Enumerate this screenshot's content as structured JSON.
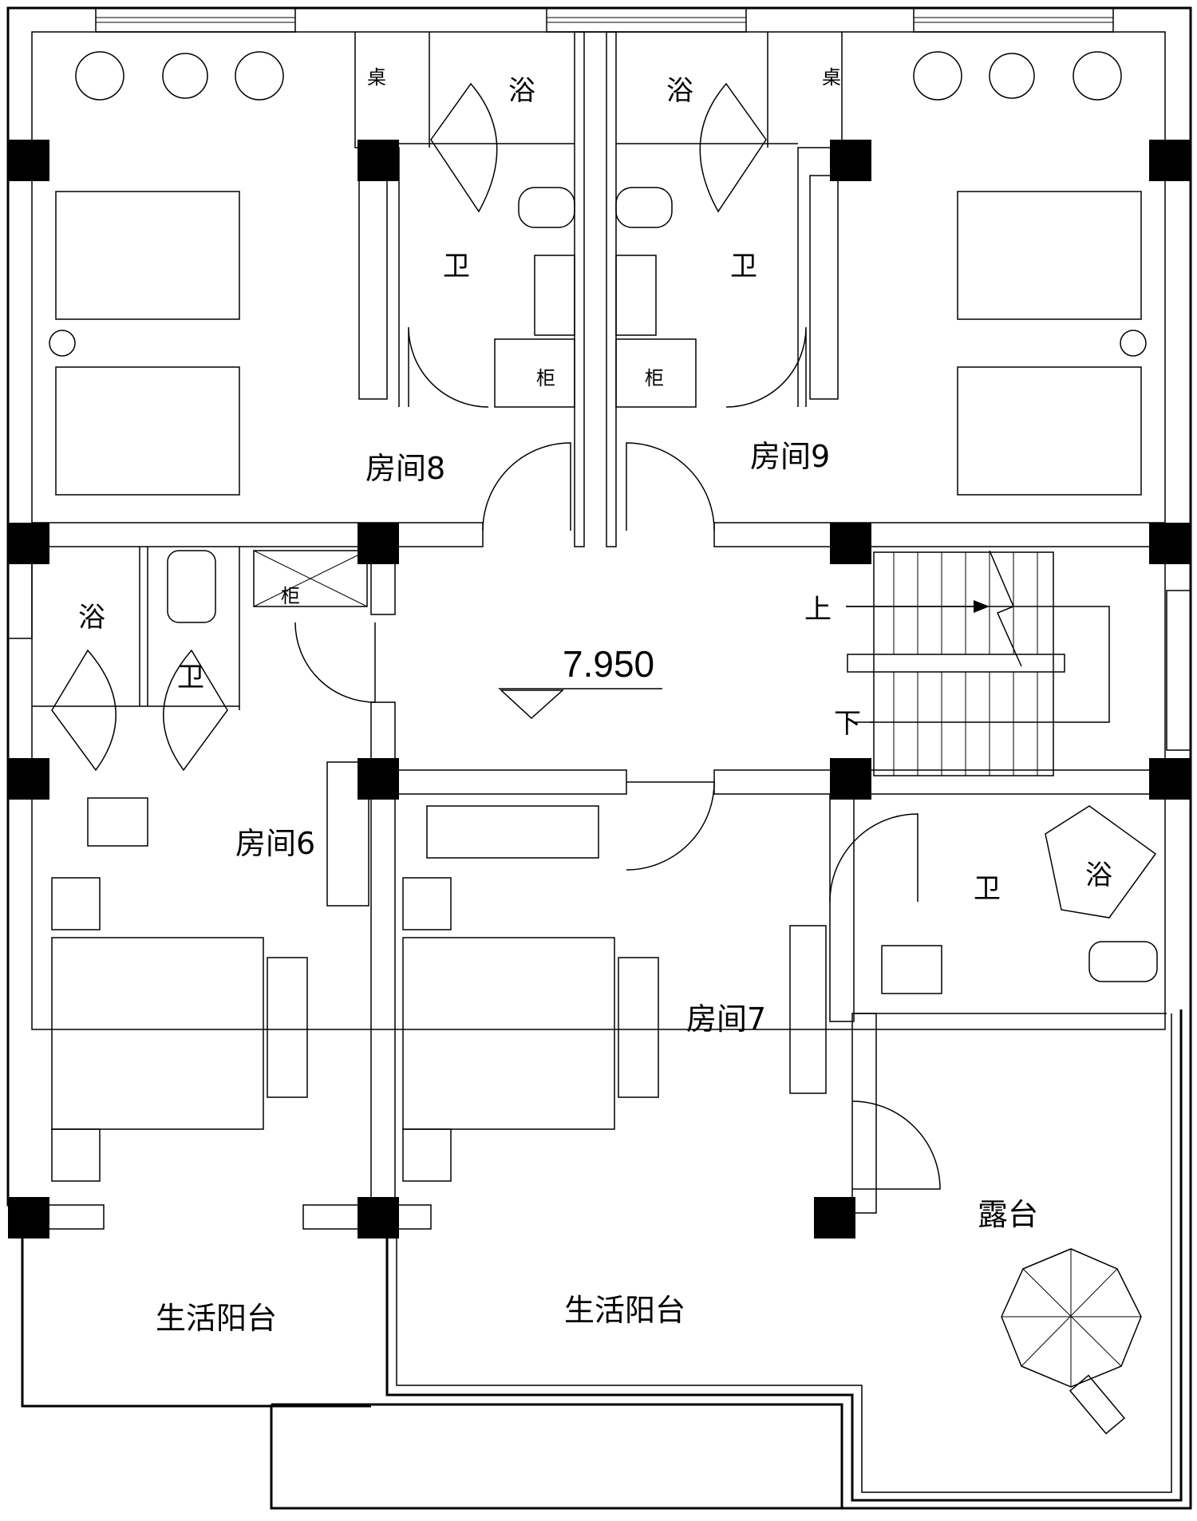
{
  "labels": {
    "room8": "房间8",
    "room9": "房间9",
    "room6": "房间6",
    "room7": "房间7",
    "balcony_left": "生活阳台",
    "balcony_mid": "生活阳台",
    "terrace": "露台",
    "bath_tl": "浴",
    "bath_tr": "浴",
    "bath_ml": "浴",
    "bath_r": "浴",
    "wc_tl": "卫",
    "wc_tr": "卫",
    "wc_ml": "卫",
    "wc_r": "卫",
    "desk_l": "桌",
    "desk_r": "桌",
    "cab_l": "柜",
    "cab_r": "柜",
    "cab_mid": "柜",
    "stair_up": "上",
    "stair_down": "下"
  },
  "elevation": "7.950"
}
